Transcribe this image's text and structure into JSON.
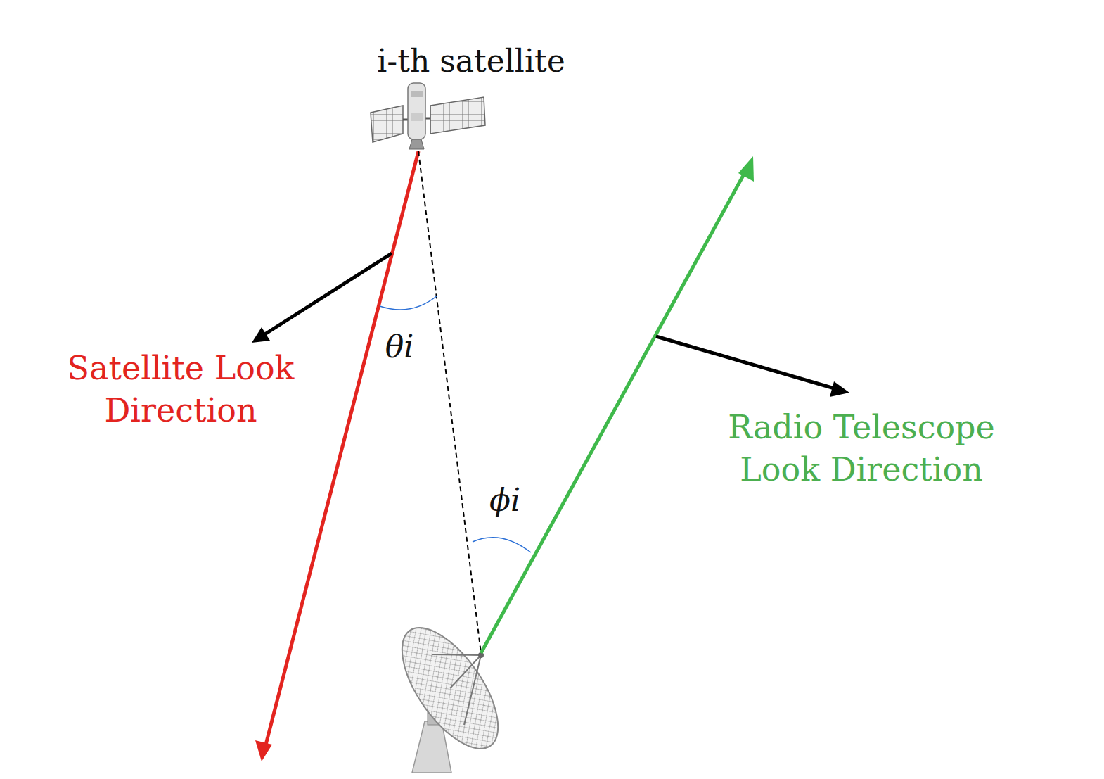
{
  "diagram": {
    "labels": [
      "i-th satellite",
      "Satellite Look Direction",
      "Radio Telescope Look Direction",
      "θi",
      "ϕi"
    ]
  }
}
